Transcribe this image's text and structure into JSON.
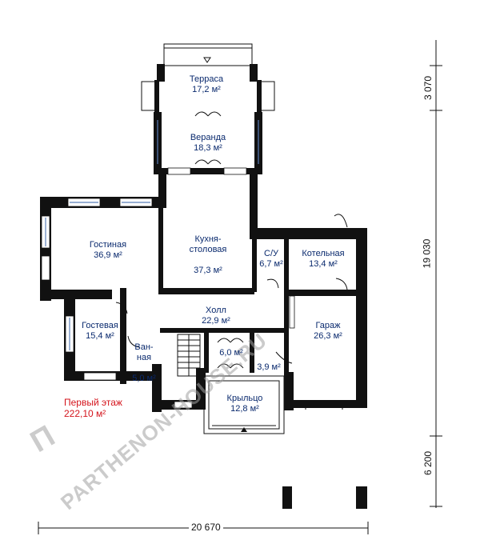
{
  "floor": {
    "label": "Первый этаж",
    "area": "222,10 м²"
  },
  "rooms": [
    {
      "id": "terrace",
      "name": "Терраса",
      "area": "17,2 м²"
    },
    {
      "id": "veranda",
      "name": "Веранда",
      "area": "18,3 м²"
    },
    {
      "id": "living",
      "name": "Гостиная",
      "area": "36,9 м²"
    },
    {
      "id": "kitchen",
      "name": "Кухня-\nстоловая",
      "area": "37,3 м²"
    },
    {
      "id": "wc",
      "name": "С/У",
      "area": "6,7 м²"
    },
    {
      "id": "boiler",
      "name": "Котельная",
      "area": "13,4 м²"
    },
    {
      "id": "hall",
      "name": "Холл",
      "area": "22,9 м²"
    },
    {
      "id": "guest",
      "name": "Гостевая",
      "area": "15,4 м²"
    },
    {
      "id": "bath",
      "name": "Ван-\nная",
      "area": "5,0 м²"
    },
    {
      "id": "small1",
      "name": "",
      "area": "6,0 м²"
    },
    {
      "id": "small2",
      "name": "",
      "area": "3,9 м²"
    },
    {
      "id": "garage",
      "name": "Гараж",
      "area": "26,3 м²"
    },
    {
      "id": "porch",
      "name": "Крыльцо",
      "area": "12,8 м²"
    }
  ],
  "dimensions": {
    "width": "20 670",
    "right_top": "3 070",
    "right_mid": "19 030",
    "right_bottom": "6 200"
  },
  "watermark": {
    "text": "PARTHENON-HOUSE.RU",
    "logo": "П"
  },
  "colors": {
    "labels": "#0a2a6e",
    "floor_label": "#d4141c",
    "walls": "#111111",
    "windows": "#5b7fb8"
  }
}
